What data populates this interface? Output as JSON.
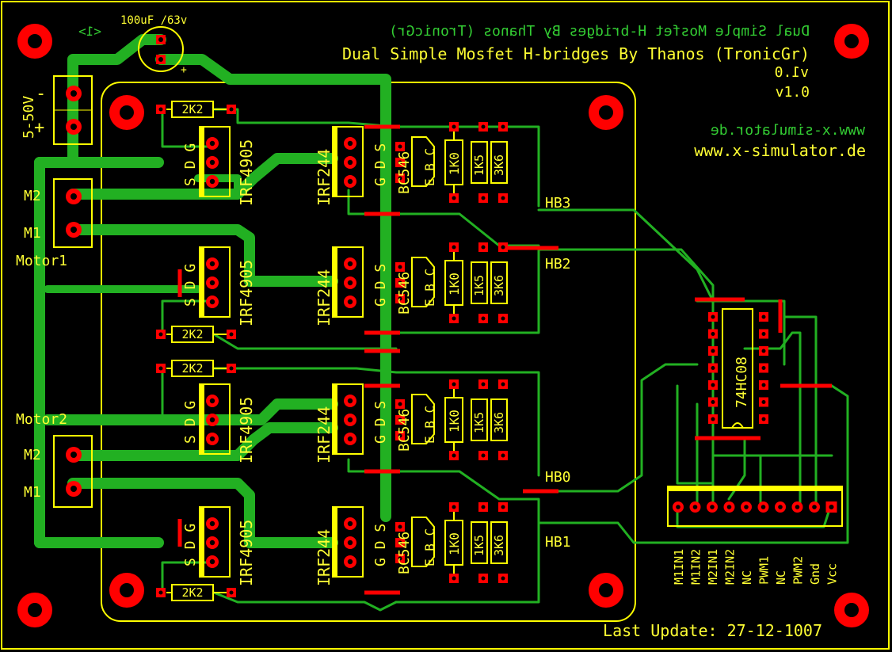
{
  "title": "Dual Simple Mosfet H-bridges By Thanos (TronicGr)",
  "version": "v1.0",
  "website": "www.x-simulator.de",
  "capacitor": "100uF /63v",
  "page_marker": "<1>",
  "power_input": "5-50V",
  "power_pins": [
    "-",
    "+"
  ],
  "motor1": {
    "label": "Motor1",
    "pins": [
      "M2",
      "M1"
    ]
  },
  "motor2": {
    "label": "Motor2",
    "pins": [
      "M2",
      "M1"
    ]
  },
  "resistor_gate": "2K2",
  "resistor_base": "1K0",
  "resistor_1k5": "1K5",
  "resistor_3k6": "3K6",
  "pmos": "IRF4905",
  "pmos_pins": "S D G",
  "nmos": "IRF244",
  "nmos_pins": "G D S",
  "transistor": "BC546",
  "transistor_pins": "E B C",
  "ic": "74HC08",
  "half_bridges": [
    "HB3",
    "HB2",
    "HB0",
    "HB1"
  ],
  "header_pins": [
    "M1IN1",
    "M1IN2",
    "M2IN1",
    "M2IN2",
    "NC",
    "PWM1",
    "NC",
    "PWM2",
    "Gnd",
    "Vcc"
  ],
  "last_update": "Last Update: 27-12-1007",
  "colors": {
    "background": "#000000",
    "copper": "#22b022",
    "silkscreen": "#ffff33",
    "pad": "#ff0000",
    "board_edge": "#ffff00"
  }
}
